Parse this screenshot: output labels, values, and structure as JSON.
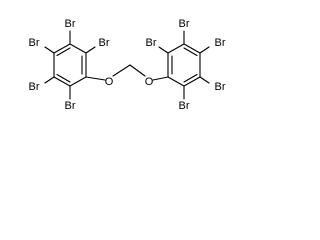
{
  "molecule": {
    "atoms": {
      "br_left_1": "Br",
      "br_left_2": "Br",
      "br_left_3": "Br",
      "br_left_4": "Br",
      "br_left_5": "Br",
      "o_left": "O",
      "o_right": "O",
      "br_right_1": "Br",
      "br_right_2": "Br",
      "br_right_3": "Br",
      "br_right_4": "Br",
      "br_right_5": "Br"
    }
  }
}
